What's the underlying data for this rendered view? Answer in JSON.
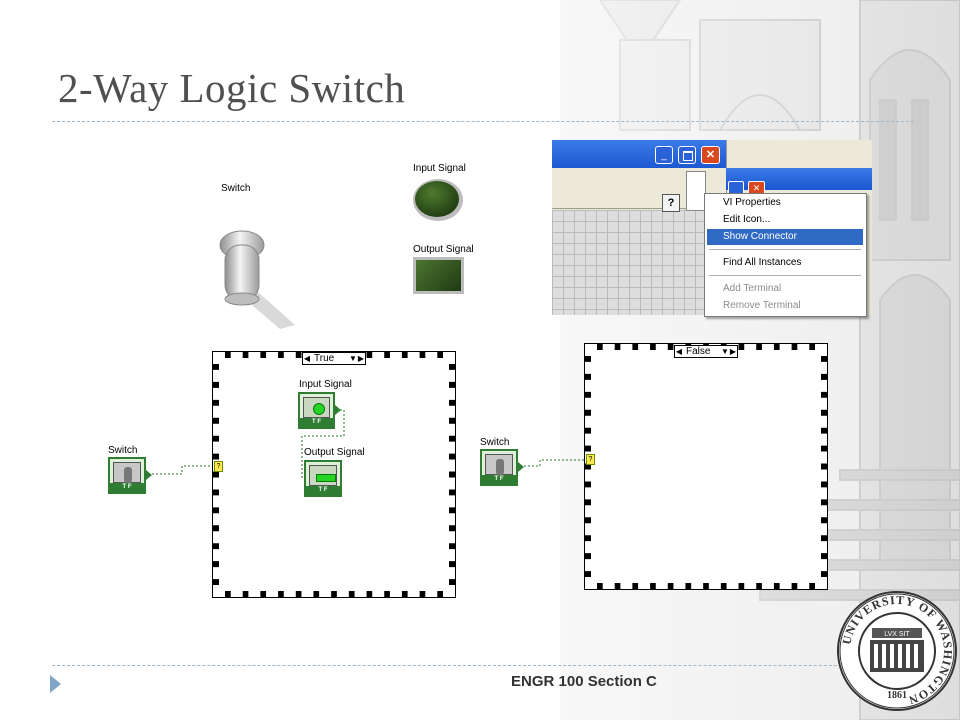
{
  "slide": {
    "title": "2-Way Logic Switch",
    "footer": "ENGR 100 Section C"
  },
  "front_panel": {
    "switch_label": "Switch",
    "input_signal_label": "Input Signal",
    "output_signal_label": "Output Signal"
  },
  "context_menu": {
    "items": [
      {
        "label": "VI Properties"
      },
      {
        "label": "Edit Icon..."
      },
      {
        "label": "Show Connector"
      },
      {
        "label": "Find All Instances"
      },
      {
        "label": "Add Terminal"
      },
      {
        "label": "Remove Terminal"
      }
    ],
    "help_glyph": "?"
  },
  "block_diagram_true": {
    "case_value": "True",
    "switch_label": "Switch",
    "input_label": "Input Signal",
    "output_label": "Output Signal",
    "tf": "T F",
    "selector_glyph": "?"
  },
  "block_diagram_false": {
    "case_value": "False",
    "switch_label": "Switch",
    "tf": "T F",
    "selector_glyph": "?"
  },
  "seal": {
    "text": "UNIVERSITY OF WASHINGTON",
    "year": "1861",
    "motto": "LVX SIT"
  },
  "colors": {
    "title": "#505050",
    "led_green": "#2f4f1a",
    "menu_highlight": "#316ac5",
    "terminal_green": "#2e7d32"
  }
}
